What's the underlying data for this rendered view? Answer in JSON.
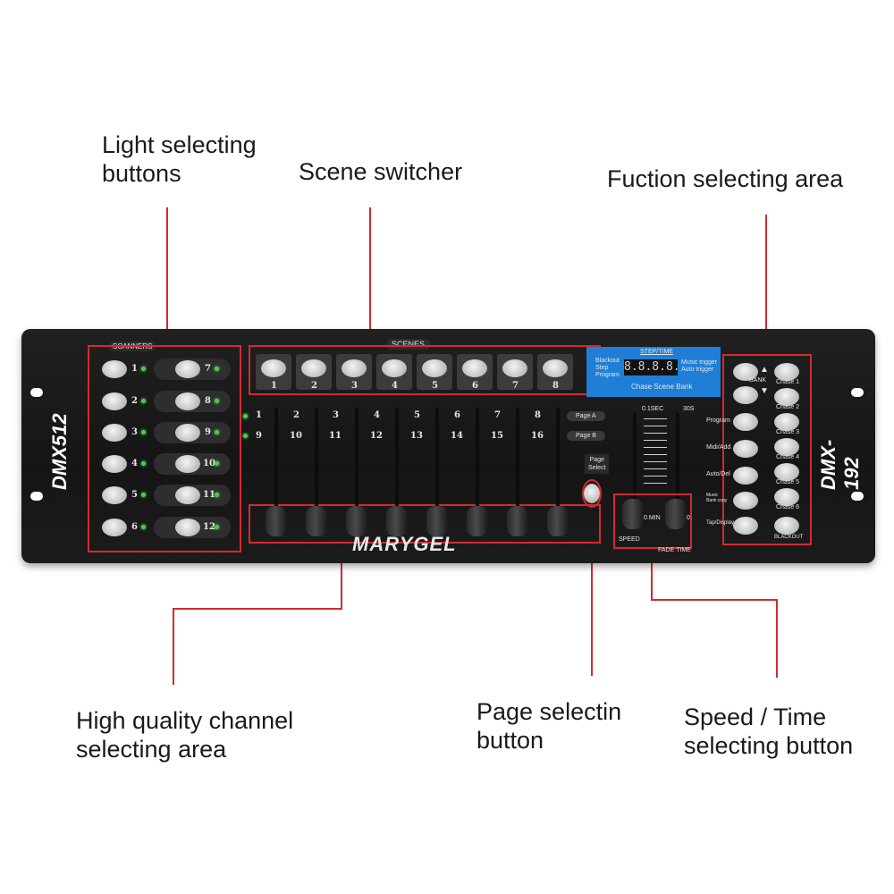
{
  "callouts": {
    "light_selecting": "Light selecting\nbuttons",
    "scene_switcher": "Scene switcher",
    "function_area": "Fuction selecting area",
    "channel_area": "High quality channel\nselecting area",
    "page_select": "Page selectin\nbutton",
    "speed_time": "Speed / Time\nselecting button"
  },
  "device": {
    "left_model": "DMX512",
    "right_model": "DMX-192",
    "brand": "MARYGEL",
    "scanners_label": "SCANNERS",
    "scenes_label": "SCENES",
    "scanner_numbers": [
      "1",
      "2",
      "3",
      "4",
      "5",
      "6",
      "7",
      "8",
      "9",
      "10",
      "11",
      "12"
    ],
    "scene_numbers": [
      "1",
      "2",
      "3",
      "4",
      "5",
      "6",
      "7",
      "8"
    ],
    "fader_top_numbers": [
      "1",
      "2",
      "3",
      "4",
      "5",
      "6",
      "7",
      "8"
    ],
    "fader_bottom_numbers": [
      "9",
      "10",
      "11",
      "12",
      "13",
      "14",
      "15",
      "16"
    ],
    "page_a": "Page A",
    "page_b": "Page B",
    "page_select": "Page\nSelect",
    "display": {
      "header": "STEP/TIME",
      "left_lines": "Blackout\nStep\nProgram",
      "right_lines": "Music trigger\nAuto trigger",
      "footer": "Chase Scene Bank",
      "digits": "8.8.8.8."
    },
    "speed_scale": {
      "top": "0.1SEC",
      "top_right": "30S",
      "bottom": "0.MIN",
      "bottom_right": "0"
    },
    "speed_label": "SPEED",
    "fade_label": "FADE TIME",
    "function_labels": [
      "Program",
      "Midi/Add",
      "Auto/Del",
      "Music\nBank copy",
      "Tap/Display"
    ],
    "bank_label": "BANK",
    "chase_labels": [
      "Chase 1",
      "Chase 2",
      "Chase 3",
      "Chase 4",
      "Chase 5",
      "Chase 6"
    ],
    "blackout_label": "BLACKOUT"
  },
  "colors": {
    "accent_red": "#d42a2f",
    "panel": "#1a1a1a",
    "display_blue": "#1f7fd6",
    "led_green": "#4dcc4d"
  }
}
